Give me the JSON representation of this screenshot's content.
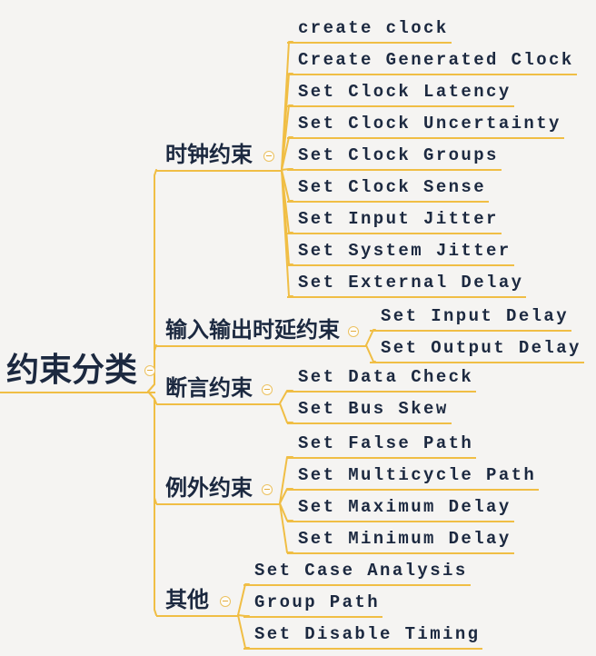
{
  "colors": {
    "line": "#F0BE45",
    "text": "#1C2940",
    "background": "#F5F4F2",
    "icon_ring": "#ECC261"
  },
  "icons": {
    "collapse": "minus-circle-icon"
  },
  "root": {
    "label": "约束分类"
  },
  "branches": [
    {
      "label": "时钟约束",
      "children": [
        "create clock",
        "Create Generated Clock",
        "Set Clock Latency",
        "Set Clock Uncertainty",
        "Set Clock Groups",
        "Set Clock Sense",
        "Set Input Jitter",
        "Set System Jitter",
        "Set External Delay"
      ]
    },
    {
      "label": "输入输出时延约束",
      "children": [
        "Set Input Delay",
        "Set Output Delay"
      ]
    },
    {
      "label": "断言约束",
      "children": [
        "Set Data Check",
        "Set Bus Skew"
      ]
    },
    {
      "label": "例外约束",
      "children": [
        "Set False Path",
        "Set Multicycle Path",
        "Set Maximum Delay",
        "Set Minimum Delay"
      ]
    },
    {
      "label": "其他",
      "children": [
        "Set Case Analysis",
        "Group Path",
        "Set Disable Timing"
      ]
    }
  ]
}
